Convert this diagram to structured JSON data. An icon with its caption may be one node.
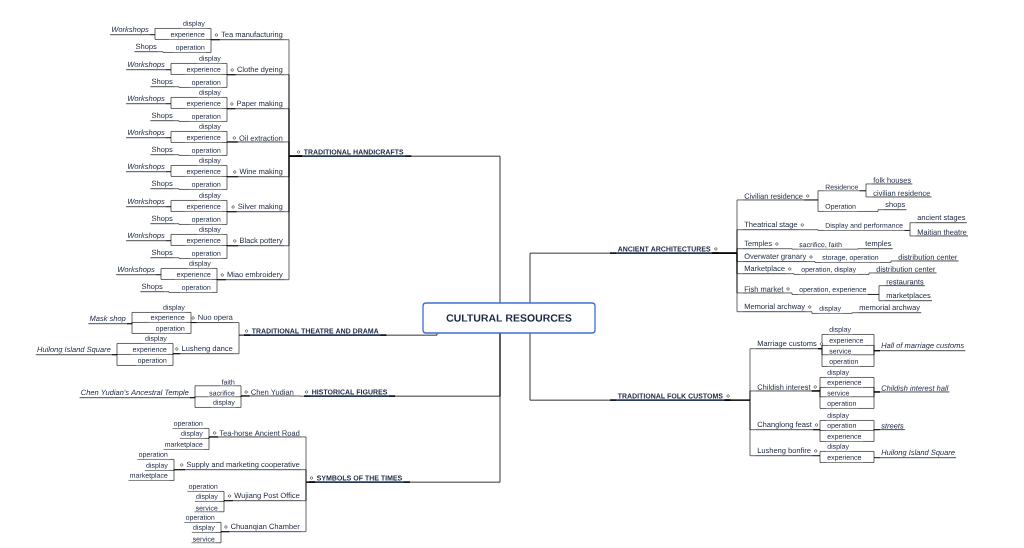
{
  "diagram": {
    "nodes": [
      {
        "text": [
          "CULTURAL RESOURCES"
        ]
      },
      {
        "text": [
          "TRADITIONAL HANDICRAFTS"
        ]
      },
      {
        "text": [
          "Tea manufacturing"
        ]
      },
      {
        "text": [
          "display"
        ]
      },
      {
        "text": [
          "experience"
        ]
      },
      {
        "text": [
          "operation"
        ]
      },
      {
        "text": [
          "Workshops"
        ]
      },
      {
        "text": [
          "Shops"
        ]
      },
      {
        "text": [
          "Clothe dyeing"
        ]
      },
      {
        "text": [
          "display"
        ]
      },
      {
        "text": [
          "experience"
        ]
      },
      {
        "text": [
          "operation"
        ]
      },
      {
        "text": [
          "Workshops"
        ]
      },
      {
        "text": [
          "Shops"
        ]
      },
      {
        "text": [
          "Paper making"
        ]
      },
      {
        "text": [
          "display"
        ]
      },
      {
        "text": [
          "experience"
        ]
      },
      {
        "text": [
          "operation"
        ]
      },
      {
        "text": [
          "Workshops"
        ]
      },
      {
        "text": [
          "Shops"
        ]
      },
      {
        "text": [
          "Oil extraction"
        ]
      },
      {
        "text": [
          "display"
        ]
      },
      {
        "text": [
          "experience"
        ]
      },
      {
        "text": [
          "operation"
        ]
      },
      {
        "text": [
          "Workshops"
        ]
      },
      {
        "text": [
          "Shops"
        ]
      },
      {
        "text": [
          "Wine making"
        ]
      },
      {
        "text": [
          "display"
        ]
      },
      {
        "text": [
          "experience"
        ]
      },
      {
        "text": [
          "operation"
        ]
      },
      {
        "text": [
          "Workshops"
        ]
      },
      {
        "text": [
          "Shops"
        ]
      },
      {
        "text": [
          "Silver making"
        ]
      },
      {
        "text": [
          "display"
        ]
      },
      {
        "text": [
          "experience"
        ]
      },
      {
        "text": [
          "operation"
        ]
      },
      {
        "text": [
          "Workshops"
        ]
      },
      {
        "text": [
          "Shops"
        ]
      },
      {
        "text": [
          "Black pottery"
        ]
      },
      {
        "text": [
          "display"
        ]
      },
      {
        "text": [
          "experience"
        ]
      },
      {
        "text": [
          "operation"
        ]
      },
      {
        "text": [
          "Workshops"
        ]
      },
      {
        "text": [
          "Shops"
        ]
      },
      {
        "text": [
          "Miao embroidery"
        ]
      },
      {
        "text": [
          "display"
        ]
      },
      {
        "text": [
          "experience"
        ]
      },
      {
        "text": [
          "operation"
        ]
      },
      {
        "text": [
          "Workshops"
        ]
      },
      {
        "text": [
          "Shops"
        ]
      },
      {
        "text": [
          "TRADITIONAL THEATRE AND DRAMA"
        ]
      },
      {
        "text": [
          "Nuo opera"
        ]
      },
      {
        "text": [
          "display"
        ]
      },
      {
        "text": [
          "experience"
        ]
      },
      {
        "text": [
          "operation"
        ]
      },
      {
        "text": [
          "Mask shop"
        ]
      },
      {
        "text": [
          "Lusheng dance"
        ]
      },
      {
        "text": [
          "display"
        ]
      },
      {
        "text": [
          "experience"
        ]
      },
      {
        "text": [
          "operation"
        ]
      },
      {
        "text": [
          "Huilong Island Square"
        ]
      },
      {
        "text": [
          "HISTORICAL FIGURES"
        ]
      },
      {
        "text": [
          "Chen Yudian"
        ]
      },
      {
        "text": [
          "faith"
        ]
      },
      {
        "text": [
          "sacrifice"
        ]
      },
      {
        "text": [
          "display"
        ]
      },
      {
        "text": [
          "Chen Yudian's Ancestral Temple"
        ]
      },
      {
        "text": [
          "SYMBOLS OF THE TIMES"
        ]
      },
      {
        "text": [
          "Tea-horse Ancient Road"
        ]
      },
      {
        "text": [
          "operation"
        ]
      },
      {
        "text": [
          "display"
        ]
      },
      {
        "text": [
          "marketplace"
        ]
      },
      {
        "text": [
          "Supply and marketing cooperative"
        ]
      },
      {
        "text": [
          "operation"
        ]
      },
      {
        "text": [
          "display"
        ]
      },
      {
        "text": [
          "marketplace"
        ]
      },
      {
        "text": [
          "Wujiang Post Office"
        ]
      },
      {
        "text": [
          "operation"
        ]
      },
      {
        "text": [
          "display"
        ]
      },
      {
        "text": [
          "service"
        ]
      },
      {
        "text": [
          "Chuanqian Chamber"
        ]
      },
      {
        "text": [
          "operation"
        ]
      },
      {
        "text": [
          "display"
        ]
      },
      {
        "text": [
          "service"
        ]
      },
      {
        "text": [
          "ANCIENT ARCHITECTURES"
        ]
      },
      {
        "text": [
          "Civilian residence"
        ]
      },
      {
        "text": [
          "Residence"
        ]
      },
      {
        "text": [
          "folk houses"
        ]
      },
      {
        "text": [
          "civilian residence"
        ]
      },
      {
        "text": [
          "Operation"
        ]
      },
      {
        "text": [
          "shops"
        ]
      },
      {
        "text": [
          "Theatrical stage"
        ]
      },
      {
        "text": [
          "Display and performance"
        ]
      },
      {
        "text": [
          "ancient stages"
        ]
      },
      {
        "text": [
          "Maitian theatre"
        ]
      },
      {
        "text": [
          "Temples"
        ]
      },
      {
        "text": [
          "sacrifice, faith"
        ]
      },
      {
        "text": [
          "temples"
        ]
      },
      {
        "text": [
          "Overwater granary"
        ]
      },
      {
        "text": [
          "storage, operation"
        ]
      },
      {
        "text": [
          "distribution center"
        ]
      },
      {
        "text": [
          "Marketplace"
        ]
      },
      {
        "text": [
          "operation, display"
        ]
      },
      {
        "text": [
          "distribution center"
        ]
      },
      {
        "text": [
          "Fish market"
        ]
      },
      {
        "text": [
          "operation, experience"
        ]
      },
      {
        "text": [
          "restaurants"
        ]
      },
      {
        "text": [
          "marketplaces"
        ]
      },
      {
        "text": [
          "Memorial archway"
        ]
      },
      {
        "text": [
          "display"
        ]
      },
      {
        "text": [
          "memorial archway"
        ]
      },
      {
        "text": [
          "TRADITIONAL FOLK CUSTOMS"
        ]
      },
      {
        "text": [
          "Marriage customs"
        ]
      },
      {
        "text": [
          "display"
        ]
      },
      {
        "text": [
          "experience"
        ]
      },
      {
        "text": [
          "service"
        ]
      },
      {
        "text": [
          "operation"
        ]
      },
      {
        "text": [
          "Hall of marriage customs"
        ]
      },
      {
        "text": [
          "Childish interest"
        ]
      },
      {
        "text": [
          "display"
        ]
      },
      {
        "text": [
          "experience"
        ]
      },
      {
        "text": [
          "service"
        ]
      },
      {
        "text": [
          "operation"
        ]
      },
      {
        "text": [
          "Childish interest hall"
        ]
      },
      {
        "text": [
          "Changlong feast"
        ]
      },
      {
        "text": [
          "display"
        ]
      },
      {
        "text": [
          "operation"
        ]
      },
      {
        "text": [
          "experience"
        ]
      },
      {
        "text": [
          "streets"
        ]
      },
      {
        "text": [
          "Lusheng bonfire"
        ]
      },
      {
        "text": [
          "display"
        ]
      },
      {
        "text": [
          "experience"
        ]
      },
      {
        "text": [
          "Huilong Island Square"
        ]
      }
    ],
    "edges": [
      {
        "from": 0,
        "to": 1,
        "arrow": "none"
      },
      {
        "from": 1,
        "to": 2,
        "arrow": "none"
      },
      {
        "from": 2,
        "to": 3,
        "arrow": "none"
      },
      {
        "from": 2,
        "to": 4,
        "arrow": "none"
      },
      {
        "from": 2,
        "to": 5,
        "arrow": "none"
      },
      {
        "from": 3,
        "to": 6,
        "arrow": "none"
      },
      {
        "from": 4,
        "to": 6,
        "arrow": "none"
      },
      {
        "from": 5,
        "to": 7,
        "arrow": "none"
      },
      {
        "from": 1,
        "to": 8,
        "arrow": "none"
      },
      {
        "from": 8,
        "to": 9,
        "arrow": "none"
      },
      {
        "from": 8,
        "to": 10,
        "arrow": "none"
      },
      {
        "from": 8,
        "to": 11,
        "arrow": "none"
      },
      {
        "from": 9,
        "to": 12,
        "arrow": "none"
      },
      {
        "from": 10,
        "to": 12,
        "arrow": "none"
      },
      {
        "from": 11,
        "to": 13,
        "arrow": "none"
      },
      {
        "from": 1,
        "to": 14,
        "arrow": "none"
      },
      {
        "from": 14,
        "to": 15,
        "arrow": "none"
      },
      {
        "from": 14,
        "to": 16,
        "arrow": "none"
      },
      {
        "from": 14,
        "to": 17,
        "arrow": "none"
      },
      {
        "from": 15,
        "to": 18,
        "arrow": "none"
      },
      {
        "from": 16,
        "to": 18,
        "arrow": "none"
      },
      {
        "from": 17,
        "to": 19,
        "arrow": "none"
      },
      {
        "from": 1,
        "to": 20,
        "arrow": "none"
      },
      {
        "from": 20,
        "to": 21,
        "arrow": "none"
      },
      {
        "from": 20,
        "to": 22,
        "arrow": "none"
      },
      {
        "from": 20,
        "to": 23,
        "arrow": "none"
      },
      {
        "from": 21,
        "to": 24,
        "arrow": "none"
      },
      {
        "from": 22,
        "to": 24,
        "arrow": "none"
      },
      {
        "from": 23,
        "to": 25,
        "arrow": "none"
      },
      {
        "from": 1,
        "to": 26,
        "arrow": "none"
      },
      {
        "from": 26,
        "to": 27,
        "arrow": "none"
      },
      {
        "from": 26,
        "to": 28,
        "arrow": "none"
      },
      {
        "from": 26,
        "to": 29,
        "arrow": "none"
      },
      {
        "from": 27,
        "to": 30,
        "arrow": "none"
      },
      {
        "from": 28,
        "to": 30,
        "arrow": "none"
      },
      {
        "from": 29,
        "to": 31,
        "arrow": "none"
      },
      {
        "from": 1,
        "to": 32,
        "arrow": "none"
      },
      {
        "from": 32,
        "to": 33,
        "arrow": "none"
      },
      {
        "from": 32,
        "to": 34,
        "arrow": "none"
      },
      {
        "from": 32,
        "to": 35,
        "arrow": "none"
      },
      {
        "from": 33,
        "to": 36,
        "arrow": "none"
      },
      {
        "from": 34,
        "to": 36,
        "arrow": "none"
      },
      {
        "from": 35,
        "to": 37,
        "arrow": "none"
      },
      {
        "from": 1,
        "to": 38,
        "arrow": "none"
      },
      {
        "from": 38,
        "to": 39,
        "arrow": "none"
      },
      {
        "from": 38,
        "to": 40,
        "arrow": "none"
      },
      {
        "from": 38,
        "to": 41,
        "arrow": "none"
      },
      {
        "from": 39,
        "to": 42,
        "arrow": "none"
      },
      {
        "from": 40,
        "to": 42,
        "arrow": "none"
      },
      {
        "from": 41,
        "to": 43,
        "arrow": "none"
      },
      {
        "from": 1,
        "to": 44,
        "arrow": "none"
      },
      {
        "from": 44,
        "to": 45,
        "arrow": "none"
      },
      {
        "from": 44,
        "to": 46,
        "arrow": "none"
      },
      {
        "from": 44,
        "to": 47,
        "arrow": "none"
      },
      {
        "from": 45,
        "to": 48,
        "arrow": "none"
      },
      {
        "from": 46,
        "to": 48,
        "arrow": "none"
      },
      {
        "from": 47,
        "to": 49,
        "arrow": "none"
      },
      {
        "from": 0,
        "to": 50,
        "arrow": "none"
      },
      {
        "from": 50,
        "to": 51,
        "arrow": "none"
      },
      {
        "from": 51,
        "to": 52,
        "arrow": "none"
      },
      {
        "from": 51,
        "to": 53,
        "arrow": "none"
      },
      {
        "from": 51,
        "to": 54,
        "arrow": "none"
      },
      {
        "from": 52,
        "to": 55,
        "arrow": "none"
      },
      {
        "from": 53,
        "to": 55,
        "arrow": "none"
      },
      {
        "from": 54,
        "to": 55,
        "arrow": "none"
      },
      {
        "from": 50,
        "to": 56,
        "arrow": "none"
      },
      {
        "from": 56,
        "to": 57,
        "arrow": "none"
      },
      {
        "from": 56,
        "to": 58,
        "arrow": "none"
      },
      {
        "from": 56,
        "to": 59,
        "arrow": "none"
      },
      {
        "from": 57,
        "to": 60,
        "arrow": "none"
      },
      {
        "from": 58,
        "to": 60,
        "arrow": "none"
      },
      {
        "from": 59,
        "to": 60,
        "arrow": "none"
      },
      {
        "from": 0,
        "to": 61,
        "arrow": "none"
      },
      {
        "from": 61,
        "to": 62,
        "arrow": "none"
      },
      {
        "from": 62,
        "to": 63,
        "arrow": "none"
      },
      {
        "from": 62,
        "to": 64,
        "arrow": "none"
      },
      {
        "from": 62,
        "to": 65,
        "arrow": "none"
      },
      {
        "from": 63,
        "to": 66,
        "arrow": "none"
      },
      {
        "from": 64,
        "to": 66,
        "arrow": "none"
      },
      {
        "from": 65,
        "to": 66,
        "arrow": "none"
      },
      {
        "from": 0,
        "to": 67,
        "arrow": "none"
      },
      {
        "from": 67,
        "to": 68,
        "arrow": "none"
      },
      {
        "from": 68,
        "to": 69,
        "arrow": "none"
      },
      {
        "from": 68,
        "to": 70,
        "arrow": "none"
      },
      {
        "from": 68,
        "to": 71,
        "arrow": "none"
      },
      {
        "from": 67,
        "to": 72,
        "arrow": "none"
      },
      {
        "from": 72,
        "to": 73,
        "arrow": "none"
      },
      {
        "from": 72,
        "to": 74,
        "arrow": "none"
      },
      {
        "from": 72,
        "to": 75,
        "arrow": "none"
      },
      {
        "from": 67,
        "to": 76,
        "arrow": "none"
      },
      {
        "from": 76,
        "to": 77,
        "arrow": "none"
      },
      {
        "from": 76,
        "to": 78,
        "arrow": "none"
      },
      {
        "from": 76,
        "to": 79,
        "arrow": "none"
      },
      {
        "from": 67,
        "to": 80,
        "arrow": "none"
      },
      {
        "from": 80,
        "to": 81,
        "arrow": "none"
      },
      {
        "from": 80,
        "to": 82,
        "arrow": "none"
      },
      {
        "from": 80,
        "to": 83,
        "arrow": "none"
      },
      {
        "from": 0,
        "to": 84,
        "arrow": "none"
      },
      {
        "from": 84,
        "to": 85,
        "arrow": "none"
      },
      {
        "from": 85,
        "to": 86,
        "arrow": "none"
      },
      {
        "from": 86,
        "to": 87,
        "arrow": "none"
      },
      {
        "from": 86,
        "to": 88,
        "arrow": "none"
      },
      {
        "from": 85,
        "to": 89,
        "arrow": "none"
      },
      {
        "from": 89,
        "to": 90,
        "arrow": "none"
      },
      {
        "from": 84,
        "to": 91,
        "arrow": "none"
      },
      {
        "from": 91,
        "to": 92,
        "arrow": "none"
      },
      {
        "from": 92,
        "to": 93,
        "arrow": "none"
      },
      {
        "from": 92,
        "to": 94,
        "arrow": "none"
      },
      {
        "from": 84,
        "to": 95,
        "arrow": "none"
      },
      {
        "from": 95,
        "to": 96,
        "arrow": "none"
      },
      {
        "from": 96,
        "to": 97,
        "arrow": "none"
      },
      {
        "from": 84,
        "to": 98,
        "arrow": "none"
      },
      {
        "from": 98,
        "to": 99,
        "arrow": "none"
      },
      {
        "from": 99,
        "to": 100,
        "arrow": "none"
      },
      {
        "from": 84,
        "to": 101,
        "arrow": "none"
      },
      {
        "from": 101,
        "to": 102,
        "arrow": "none"
      },
      {
        "from": 102,
        "to": 103,
        "arrow": "none"
      },
      {
        "from": 84,
        "to": 104,
        "arrow": "none"
      },
      {
        "from": 104,
        "to": 105,
        "arrow": "none"
      },
      {
        "from": 105,
        "to": 106,
        "arrow": "none"
      },
      {
        "from": 105,
        "to": 107,
        "arrow": "none"
      },
      {
        "from": 84,
        "to": 108,
        "arrow": "none"
      },
      {
        "from": 108,
        "to": 109,
        "arrow": "none"
      },
      {
        "from": 109,
        "to": 110,
        "arrow": "none"
      },
      {
        "from": 0,
        "to": 111,
        "arrow": "none"
      },
      {
        "from": 111,
        "to": 112,
        "arrow": "none"
      },
      {
        "from": 112,
        "to": 113,
        "arrow": "none"
      },
      {
        "from": 112,
        "to": 114,
        "arrow": "none"
      },
      {
        "from": 112,
        "to": 115,
        "arrow": "none"
      },
      {
        "from": 112,
        "to": 116,
        "arrow": "none"
      },
      {
        "from": 113,
        "to": 117,
        "arrow": "none"
      },
      {
        "from": 114,
        "to": 117,
        "arrow": "none"
      },
      {
        "from": 115,
        "to": 117,
        "arrow": "none"
      },
      {
        "from": 116,
        "to": 117,
        "arrow": "none"
      },
      {
        "from": 111,
        "to": 118,
        "arrow": "none"
      },
      {
        "from": 118,
        "to": 119,
        "arrow": "none"
      },
      {
        "from": 118,
        "to": 120,
        "arrow": "none"
      },
      {
        "from": 118,
        "to": 121,
        "arrow": "none"
      },
      {
        "from": 118,
        "to": 122,
        "arrow": "none"
      },
      {
        "from": 119,
        "to": 123,
        "arrow": "none"
      },
      {
        "from": 120,
        "to": 123,
        "arrow": "none"
      },
      {
        "from": 121,
        "to": 123,
        "arrow": "none"
      },
      {
        "from": 122,
        "to": 123,
        "arrow": "none"
      },
      {
        "from": 111,
        "to": 124,
        "arrow": "none"
      },
      {
        "from": 124,
        "to": 125,
        "arrow": "none"
      },
      {
        "from": 124,
        "to": 126,
        "arrow": "none"
      },
      {
        "from": 124,
        "to": 127,
        "arrow": "none"
      },
      {
        "from": 125,
        "to": 128,
        "arrow": "none"
      },
      {
        "from": 126,
        "to": 128,
        "arrow": "none"
      },
      {
        "from": 127,
        "to": 128,
        "arrow": "none"
      },
      {
        "from": 111,
        "to": 129,
        "arrow": "none"
      },
      {
        "from": 129,
        "to": 130,
        "arrow": "none"
      },
      {
        "from": 129,
        "to": 131,
        "arrow": "none"
      },
      {
        "from": 130,
        "to": 132,
        "arrow": "none"
      },
      {
        "from": 131,
        "to": 132,
        "arrow": "none"
      }
    ]
  }
}
